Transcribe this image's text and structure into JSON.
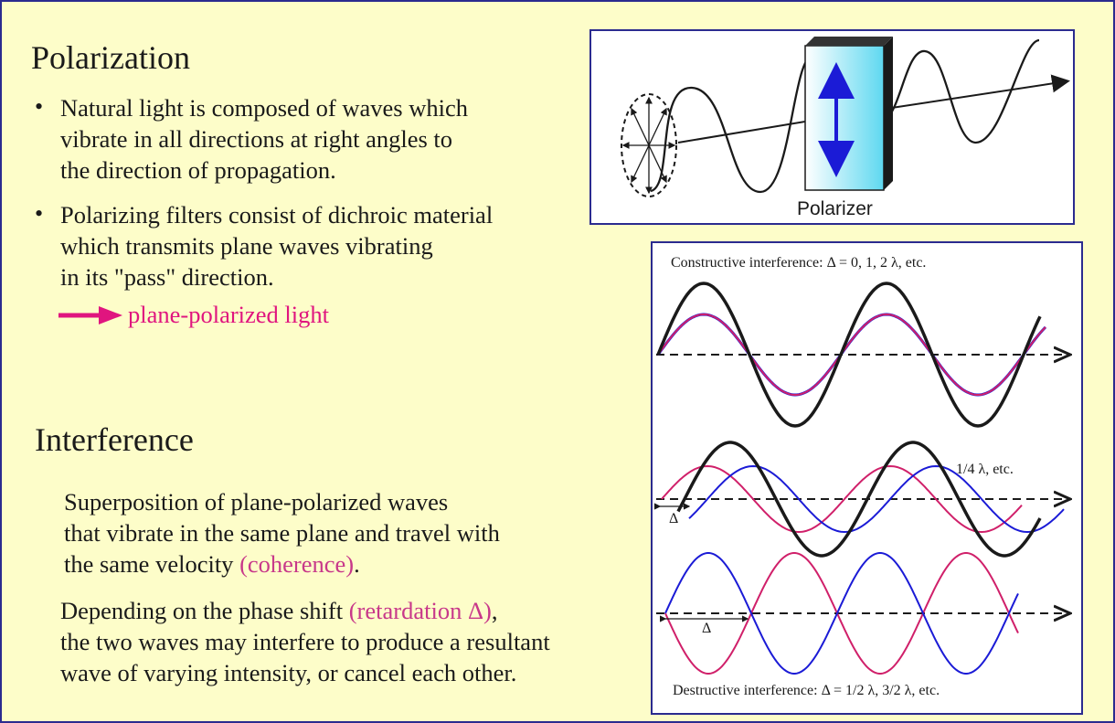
{
  "polarization": {
    "title": "Polarization",
    "bullets": [
      [
        "Natural light is composed of waves which",
        "vibrate in all directions at right angles to",
        "the direction of propagation."
      ],
      [
        "Polarizing filters consist of dichroic material",
        "which transmits plane waves vibrating",
        "in its \"pass\" direction."
      ]
    ],
    "result_label": "plane-polarized light",
    "polarizer_label": "Polarizer"
  },
  "interference": {
    "title": "Interference",
    "para1": [
      "Superposition of plane-polarized waves",
      "that vibrate in the same plane and travel with",
      "the same velocity "
    ],
    "coherence": "(coherence)",
    "period": ".",
    "para2_start": "Depending on the phase shift ",
    "retardation": "(retardation Δ)",
    "para2_end": ",",
    "para2_rest": [
      "the two waves may interfere to produce a resultant",
      "wave of varying intensity, or cancel each other."
    ]
  },
  "diagram": {
    "constructive_label": "Constructive interference:  Δ = 0, 1, 2 λ, etc.",
    "quarter_label": "1/4 λ, etc.",
    "delta": "Δ",
    "destructive_label": "Destructive interference:  Δ = 1/2 λ, 3/2 λ, etc.",
    "colors": {
      "accent": "#e0157f",
      "blue": "#1b1bd6",
      "magenta": "#d0206a",
      "frame": "#2b2b8f"
    }
  }
}
